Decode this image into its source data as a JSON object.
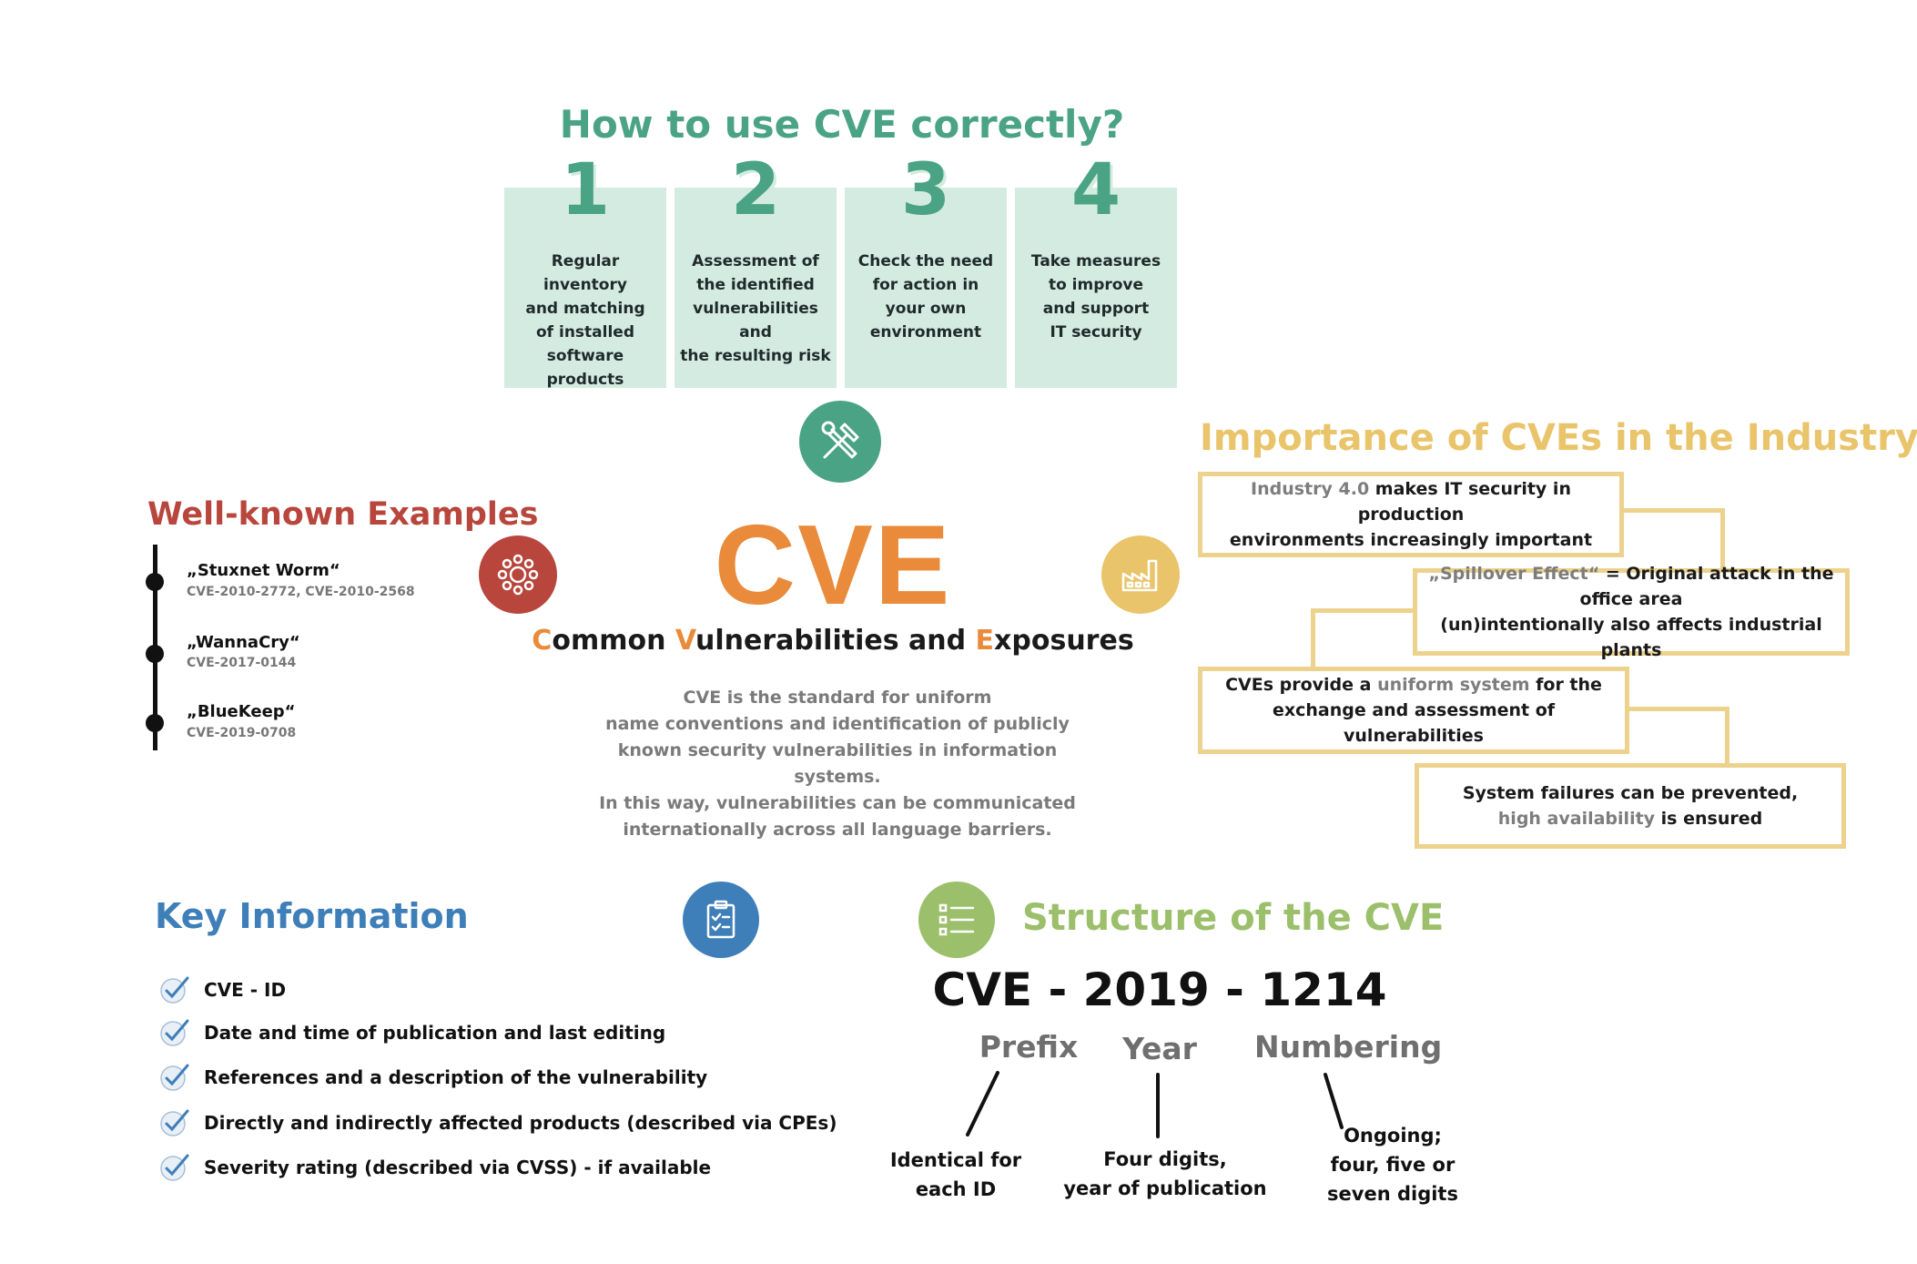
{
  "how_to": {
    "title": "How to use CVE correctly?",
    "steps": [
      {
        "number": "1",
        "text": "Regular inventory\nand matching\nof installed\nsoftware products"
      },
      {
        "number": "2",
        "text": "Assessment of\nthe identified\nvulnerabilities and\nthe resulting risk"
      },
      {
        "number": "3",
        "text": "Check the need\nfor action in\nyour own\nenvironment"
      },
      {
        "number": "4",
        "text": "Take measures\nto improve\nand support\nIT security"
      }
    ]
  },
  "center": {
    "acronym": "CVE",
    "full_name": {
      "c": "C",
      "c_rest": "ommon ",
      "v": "V",
      "v_rest": "ulnerabilities and ",
      "e": "E",
      "e_rest": "xposures"
    },
    "description": "CVE is the standard for uniform\nname conventions and identification of publicly\nknown security vulnerabilities in information systems.\nIn this way, vulnerabilities can be communicated\ninternationally across all language barriers."
  },
  "examples": {
    "title": "Well-known Examples",
    "items": [
      {
        "name": "„Stuxnet Worm“",
        "ids": "CVE-2010-2772, CVE-2010-2568"
      },
      {
        "name": "„WannaCry“",
        "ids": "CVE-2017-0144"
      },
      {
        "name": "„BlueKeep“",
        "ids": "CVE-2019-0708"
      }
    ]
  },
  "importance": {
    "title": "Importance of CVEs in the Industry",
    "boxes": [
      {
        "grey": "Industry 4.0",
        "line1_rest": " makes IT security in production",
        "line2": "environments increasingly important"
      },
      {
        "grey": "„Spillover Effect“",
        "line1_rest": " = Original attack in the office area",
        "line2": "(un)intentionally also affects industrial plants"
      },
      {
        "pre": "CVEs provide a ",
        "grey": "uniform system",
        "line1_rest": " for the",
        "line2": "exchange and assessment of vulnerabilities"
      },
      {
        "line1": "System failures can be prevented,",
        "grey": "high availability",
        "line2_rest": " is ensured"
      }
    ]
  },
  "key_info": {
    "title": "Key Information",
    "items": [
      "CVE - ID",
      "Date and time of publication and last editing",
      "References and a description of the vulnerability",
      "Directly and indirectly affected products (described via CPEs)",
      "Severity rating (described via CVSS) - if available"
    ]
  },
  "structure": {
    "title": "Structure of the CVE",
    "example_id": "CVE - 2019 - 1214",
    "parts": [
      {
        "label": "Prefix",
        "desc": "Identical for\neach ID"
      },
      {
        "label": "Year",
        "desc": "Four digits,\nyear of publication"
      },
      {
        "label": "Numbering",
        "desc": "Ongoing;\nfour, five or\nseven digits"
      }
    ]
  },
  "colors": {
    "green": "#4aa384",
    "mint": "#d4ebe1",
    "orange": "#e98b3a",
    "yellow": "#e9c46a",
    "red": "#b8463c",
    "blue": "#3f7fb9",
    "lime": "#9bbf6a",
    "grey": "#7a7a7a"
  },
  "icons": [
    "tools-icon",
    "virus-icon",
    "factory-icon",
    "clipboard-check-icon",
    "list-icon",
    "check-icon"
  ]
}
